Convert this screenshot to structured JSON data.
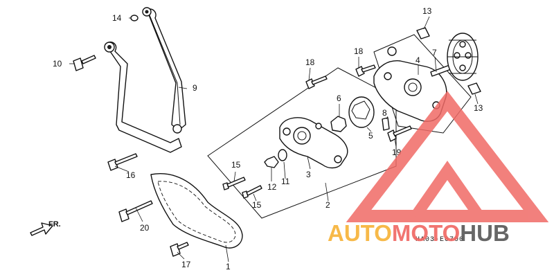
{
  "callouts": {
    "c1": "1",
    "c2": "2",
    "c3": "3",
    "c4": "4",
    "c5": "5",
    "c6": "6",
    "c7": "7",
    "c8": "8",
    "c9": "9",
    "c10": "10",
    "c11": "11",
    "c12": "12",
    "c13a": "13",
    "c13b": "13",
    "c14": "14",
    "c15a": "15",
    "c15b": "15",
    "c16": "16",
    "c17": "17",
    "c18a": "18",
    "c18b": "18",
    "c19": "19",
    "c20": "20"
  },
  "direction_label": "FR.",
  "diagram_code": "HA03-E0700",
  "watermark": {
    "part1": "AUTO",
    "part2": "MOTO",
    "part3": "HUB",
    "color_orange": "#f7b43a",
    "color_red": "#f06a66",
    "color_gray": "#5a5a5a"
  }
}
